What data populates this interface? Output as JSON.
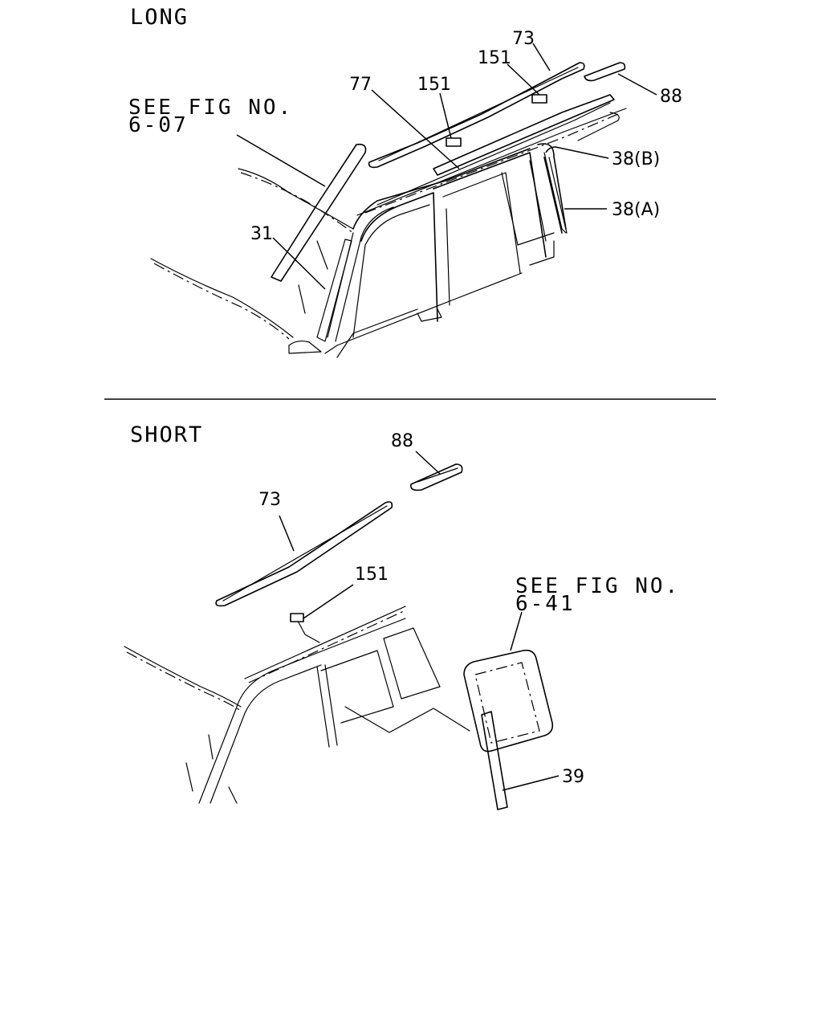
{
  "sections": {
    "long": {
      "title": "LONG",
      "see_fig_line1": "SEE FIG NO.",
      "see_fig_line2": "6-07",
      "callouts": {
        "c73": "73",
        "c151_right": "151",
        "c151_left": "151",
        "c77": "77",
        "c88": "88",
        "c38b": "38(B)",
        "c38a": "38(A)",
        "c31": "31"
      }
    },
    "short": {
      "title": "SHORT",
      "see_fig_line1": "SEE FIG NO.",
      "see_fig_line2": "6-41",
      "callouts": {
        "c88": "88",
        "c73": "73",
        "c151": "151",
        "c39": "39"
      }
    }
  }
}
